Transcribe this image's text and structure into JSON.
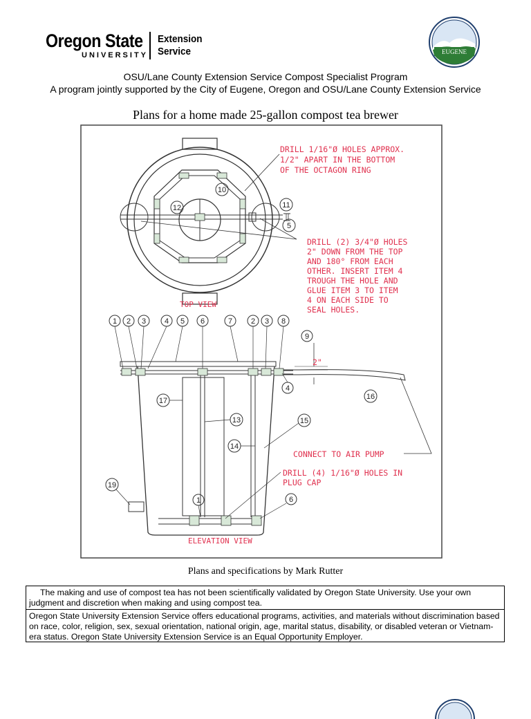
{
  "header": {
    "osu_name": "Oregon State",
    "osu_university": "UNIVERSITY",
    "extension_service": "Extension\nService",
    "eugene_logo_text": "EUGENE",
    "line1": "OSU/Lane County Extension Service Compost Specialist Program",
    "line2": "A program jointly supported by the City of Eugene, Oregon and OSU/Lane County Extension Service"
  },
  "plan": {
    "title": "Plans for a home made 25-gallon compost tea brewer",
    "caption": "Plans and specifications by Mark Rutter",
    "top_view_label": "TOP VIEW",
    "elevation_view_label": "ELEVATION VIEW",
    "note_drill_holes": [
      "DRILL 1/16\"Ø HOLES APPROX.",
      "1/2\" APART IN THE BOTTOM",
      "OF THE OCTAGON RING"
    ],
    "note_drill_two": [
      "DRILL (2) 3/4\"Ø HOLES",
      "2\" DOWN FROM THE TOP",
      "AND 180° FROM EACH",
      "OTHER. INSERT ITEM 4",
      "TROUGH THE HOLE AND",
      "GLUE ITEM 3 TO ITEM",
      "4 ON EACH SIDE TO",
      "SEAL HOLES."
    ],
    "note_air_pump": "CONNECT TO AIR PUMP",
    "note_plug_cap": [
      "DRILL (4) 1/16\"Ø HOLES IN",
      "PLUG CAP"
    ],
    "dimension_label": "2\"",
    "top_items": [
      "10",
      "11",
      "12",
      "5"
    ],
    "elev_top_row": [
      "1",
      "2",
      "3",
      "4",
      "5",
      "6",
      "7",
      "2",
      "3",
      "8"
    ],
    "elev_items": [
      "9",
      "4",
      "16",
      "17",
      "13",
      "15",
      "14",
      "19",
      "1",
      "6"
    ]
  },
  "disclaimers": {
    "validation": "The making and use of compost tea has not been scientifically validated by Oregon State University. Use your own judgment and discretion when making and using compost tea.",
    "equal_opportunity": "Oregon State University Extension Service offers educational programs, activities, and materials without discrimination based on race, color, religion, sex, sexual orientation, national origin, age, marital status, disability, or disabled veteran or Vietnam-era status. Oregon State University Extension Service is an Equal Opportunity Employer."
  }
}
